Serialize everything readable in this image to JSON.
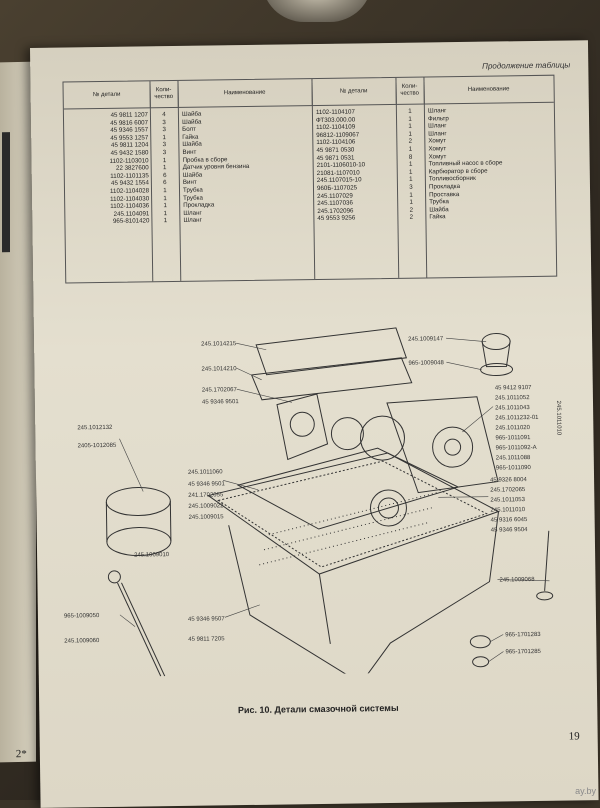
{
  "header": {
    "continuation": "Продолжение таблицы"
  },
  "table": {
    "headers": {
      "part_no": "№ детали",
      "qty": "Коли-чество",
      "name": "Наименование"
    },
    "left": {
      "part_nos": [
        "45 9811 1207",
        "45 9816 6007",
        "45 9346 1557",
        "45 9553 1257",
        "45 9811 1204",
        "45 9432 1580",
        "1102-1103010",
        "22 3827600",
        "1102-1101135",
        "45 9432 1554",
        "1102-1104028",
        "1102-1104030",
        "1102-1104036",
        "245.1104091",
        "965-8101420"
      ],
      "qtys": [
        "4",
        "3",
        "3",
        "1",
        "3",
        "3",
        "1",
        "1",
        "6",
        "6",
        "1",
        "1",
        "1",
        "1",
        "1"
      ],
      "names": [
        "Шайба",
        "Шайба",
        "Болт",
        "Гайка",
        "Шайба",
        "Винт",
        "Пробка в сборе",
        "Датчик уровня бензина",
        "Шайба",
        "Винт",
        "Трубка",
        "Трубка",
        "Прокладка",
        "Шланг",
        "Шланг"
      ]
    },
    "right": {
      "part_nos": [
        "1102-1104107",
        "ФТ303.000.00",
        "1102-1104109",
        "96812-1109067",
        "1102-1104106",
        "45 9871 0530",
        "45 9871 0531",
        "2101-1106010-10",
        "21081-1107010",
        "245.1107015-10",
        "960Б-1107025",
        "245.1107029",
        "245.1107036",
        "245.1702096",
        "45 9553 9256"
      ],
      "qtys": [
        "1",
        "1",
        "1",
        "1",
        "2",
        "1",
        "8",
        "1",
        "1",
        "1",
        "3",
        "1",
        "1",
        "2",
        "2"
      ],
      "names": [
        "Шланг",
        "Фильтр",
        "Шланг",
        "Шланг",
        "Хомут",
        "Хомут",
        "Хомут",
        "Топливный насос в сборе",
        "Карбюратор в сборе",
        "Топливосборник",
        "Прокладка",
        "Проставка",
        "Трубка",
        "Шайба",
        "Гайка"
      ]
    }
  },
  "diagram_labels": {
    "l1": "245.1014215",
    "l2": "245.1014210",
    "l3": "245.1702067",
    "l4": "45 9346 9501",
    "l5": "245.1012132",
    "l6": "2405-1012085",
    "l7": "245.1011060",
    "l8": "45 9346 9501",
    "l9": "241.1702055",
    "l10": "245.1009022",
    "l11": "245.1009015",
    "l12": "245.1009010",
    "l13": "965-1009050",
    "l14": "245.1009060",
    "l15": "45 9346 9507",
    "l16": "45 9811 7205",
    "r1": "245.1009147",
    "r2": "965-1009048",
    "r3": "45 9412 9107",
    "r4": "245.1011052",
    "r5": "245.1011043",
    "r6": "245.1011232-01",
    "r7": "245.1011020",
    "r8": "965-1011091",
    "r9": "965-1011092-А",
    "r10": "245.1011088",
    "r11": "965-1011090",
    "r12": "45 9326 8004",
    "r13": "245.1702065",
    "r14": "245.1011053",
    "r15": "245.1011010",
    "r16": "45 9316 6045",
    "r17": "45 9346 9504",
    "r18": "245.1009068",
    "r19": "965-1701283",
    "r20": "965-1701285",
    "side": "245.1011010"
  },
  "caption": "Рис. 10. Детали смазочной системы",
  "page_number": "19",
  "signature_mark": "2*",
  "watermark": "ay.by"
}
